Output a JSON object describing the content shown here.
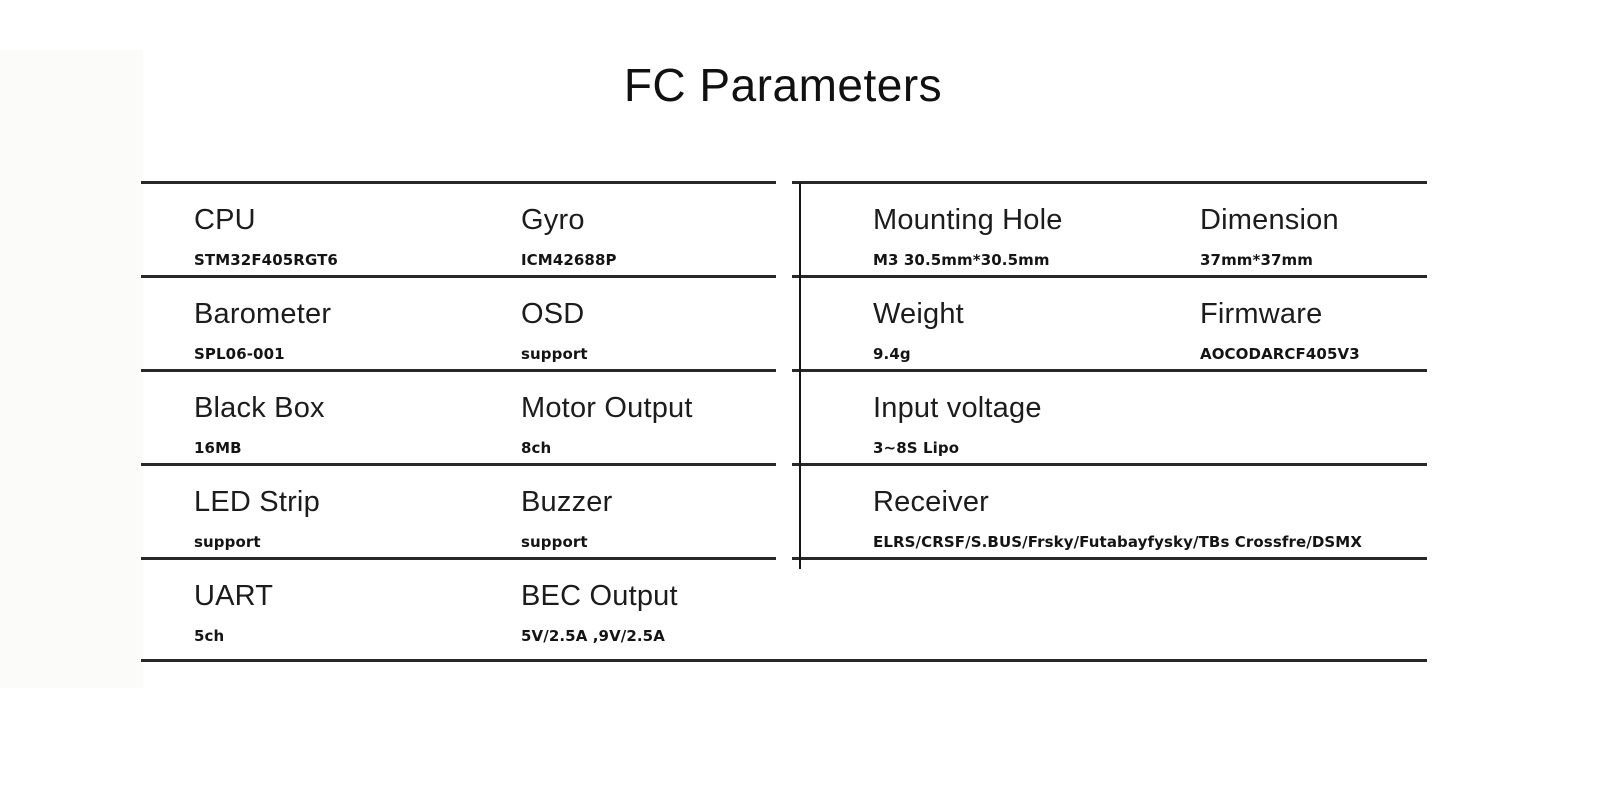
{
  "title": "FC Parameters",
  "left_table": {
    "rows": [
      {
        "cells": [
          {
            "label": "CPU",
            "value": "STM32F405RGT6"
          },
          {
            "label": "Gyro",
            "value": "ICM42688P"
          }
        ]
      },
      {
        "cells": [
          {
            "label": "Barometer",
            "value": "SPL06-001"
          },
          {
            "label": "OSD",
            "value": "support"
          }
        ]
      },
      {
        "cells": [
          {
            "label": "Black Box",
            "value": "16MB"
          },
          {
            "label": "Motor Output",
            "value": "8ch"
          }
        ]
      },
      {
        "cells": [
          {
            "label": "LED Strip",
            "value": "support"
          },
          {
            "label": "Buzzer",
            "value": "support"
          }
        ]
      },
      {
        "cells": [
          {
            "label": "UART",
            "value": "5ch"
          },
          {
            "label": "BEC Output",
            "value": "5V/2.5A ,9V/2.5A"
          }
        ]
      }
    ]
  },
  "right_table": {
    "rows": [
      {
        "cells": [
          {
            "label": "Mounting Hole",
            "value": "M3 30.5mm*30.5mm"
          },
          {
            "label": "Dimension",
            "value": "37mm*37mm"
          }
        ]
      },
      {
        "cells": [
          {
            "label": "Weight",
            "value": "9.4g"
          },
          {
            "label": "Firmware",
            "value": "AOCODARCF405V3"
          }
        ]
      },
      {
        "cells": [
          {
            "label": "Input voltage",
            "value": "3~8S Lipo"
          }
        ]
      },
      {
        "cells": [
          {
            "label": "Receiver",
            "value": "ELRS/CRSF/S.BUS/Frsky/Futabayfysky/TBs Crossfre/DSMX"
          }
        ]
      }
    ]
  },
  "colors": {
    "line": "#282828",
    "text": "#1c1c1c",
    "background": "#ffffff"
  }
}
